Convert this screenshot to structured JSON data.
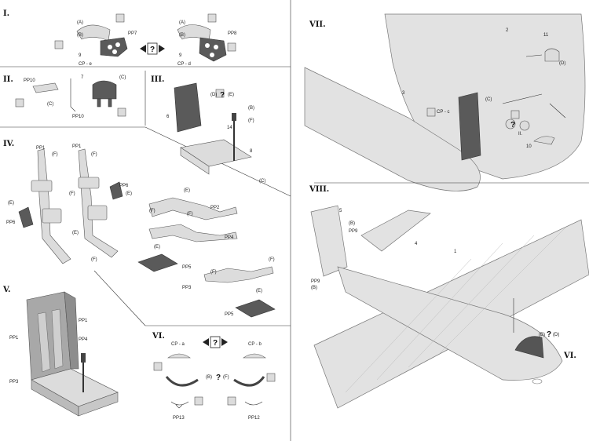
{
  "sections": {
    "s1": {
      "title": "I.",
      "labels": [
        "(A)",
        "(B)",
        "PP7",
        "9",
        "CP - e",
        "(A)",
        "(B)",
        "PP8",
        "9",
        "CP - d"
      ]
    },
    "s2": {
      "title": "II.",
      "labels": [
        "PP10",
        "7",
        "(C)",
        "(C)",
        "PP10"
      ]
    },
    "s3": {
      "title": "III.",
      "labels": [
        "6",
        "(D)",
        "(E)",
        "(B)",
        "(F)",
        "14",
        "8",
        "(C)"
      ]
    },
    "s4": {
      "title": "IV.",
      "labels": [
        "PP1",
        "PP1",
        "(F)",
        "(F)",
        "PP6",
        "(E)",
        "(E)",
        "PP6",
        "(F)",
        "(E)",
        "(F)",
        "(E)",
        "PP2",
        "(F)",
        "(F)",
        "PP4",
        "(E)",
        "PP5",
        "(F)",
        "(F)",
        "PP3",
        "(E)",
        "PP5"
      ]
    },
    "s5": {
      "title": "V.",
      "labels": [
        "PP1",
        "PP1",
        "PP4",
        "PP3"
      ]
    },
    "s6": {
      "title": "VI.",
      "labels": [
        "CP - a",
        "CP - b",
        "(B)",
        "(F)",
        "PP13",
        "PP12"
      ]
    },
    "s7": {
      "title": "VII.",
      "labels": [
        "2",
        "11",
        "(D)",
        "3",
        "CP - c",
        "(C)",
        "II.",
        "10"
      ]
    },
    "s8": {
      "title": "VIII.",
      "labels": [
        "5",
        "(B)",
        "PP9",
        "4",
        "PP9",
        "(B)",
        "1",
        "(B)",
        "(D)",
        "VI."
      ]
    }
  },
  "symbols": {
    "choice": "?"
  }
}
